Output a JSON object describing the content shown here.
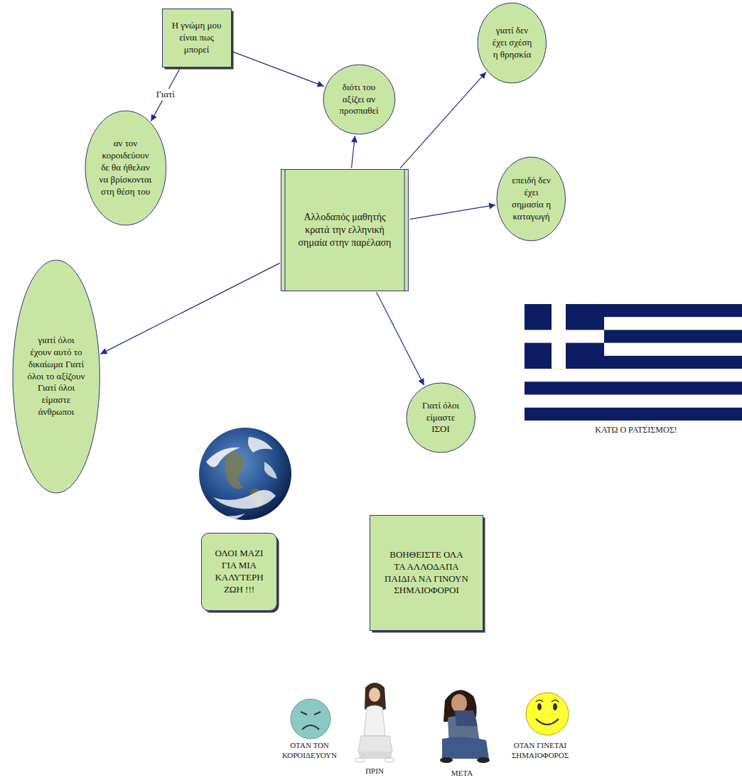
{
  "diagram": {
    "nodes": [
      {
        "text": [
          "Η γνώμη μου είναι πως μπορεί"
        ]
      },
      {
        "text": [
          "διότι του αξίζει αν προσπαθεί"
        ]
      },
      {
        "text": [
          "γιατί δεν έχει σχέση η θρησκία"
        ]
      },
      {
        "text": [
          "αν τον κοροιδεύουν δε θα ήθελαν να βρίσκονται στη θέση του"
        ]
      },
      {
        "text": [
          "Αλλοδαπός μαθητής κρατά την ελληνική σημαία στην παρέλαση"
        ]
      },
      {
        "text": [
          "επειδή δεν έχει σημασία η καταγωγή"
        ]
      },
      {
        "text": [
          "γιατί όλοι έχουν αυτό το δικαίωμα Γιατί όλοι το αξίζουν Γιατί όλοι είμαστε άνθρωποι"
        ]
      },
      {
        "text": [
          "Γιατί όλοι είμαστε ΙΣΟΙ"
        ]
      },
      {
        "text": [
          "ΟΛΟΙ ΜΑΖΙ ΓΙΑ ΜΙΑ ΚΑΛΥΤΕΡΗ ΖΩΗ !!!"
        ]
      },
      {
        "text": [
          "ΒΟΗΘΕΙΣΤΕ ΟΛΑ ΤΑ ΑΛΛΟΔΑΠΑ ΠΑΙΔΙΑ ΝΑ ΓΙΝΟΥΝ ΣΗΜΑΙΟΦΟΡΟΙ"
        ]
      }
    ],
    "edges": [
      {
        "from": 0,
        "to": 1,
        "arrow": "to"
      },
      {
        "from": 0,
        "to": 3,
        "label": "Γιατί",
        "arrow": "to"
      },
      {
        "from": 4,
        "to": 1,
        "arrow": "to"
      },
      {
        "from": 4,
        "to": 2,
        "arrow": "to"
      },
      {
        "from": 4,
        "to": 5,
        "arrow": "to"
      },
      {
        "from": 4,
        "to": 6,
        "arrow": "to"
      },
      {
        "from": 4,
        "to": 7,
        "arrow": "to"
      }
    ],
    "labels": [
      "ΚΑΤΩ Ο ΡΑΤΣΙΣΜΟΣ!",
      "ΟΤΑΝ ΤΟΝ ΚΟΡΟΙΔΕΥΟΥΝ",
      "ΠΡΙΝ",
      "ΜΕΤΑ",
      "ΟΤΑΝ ΓΙΝΕΤΑΙ ΣΗΜΑΙΟΦΟΡΟΣ"
    ]
  }
}
